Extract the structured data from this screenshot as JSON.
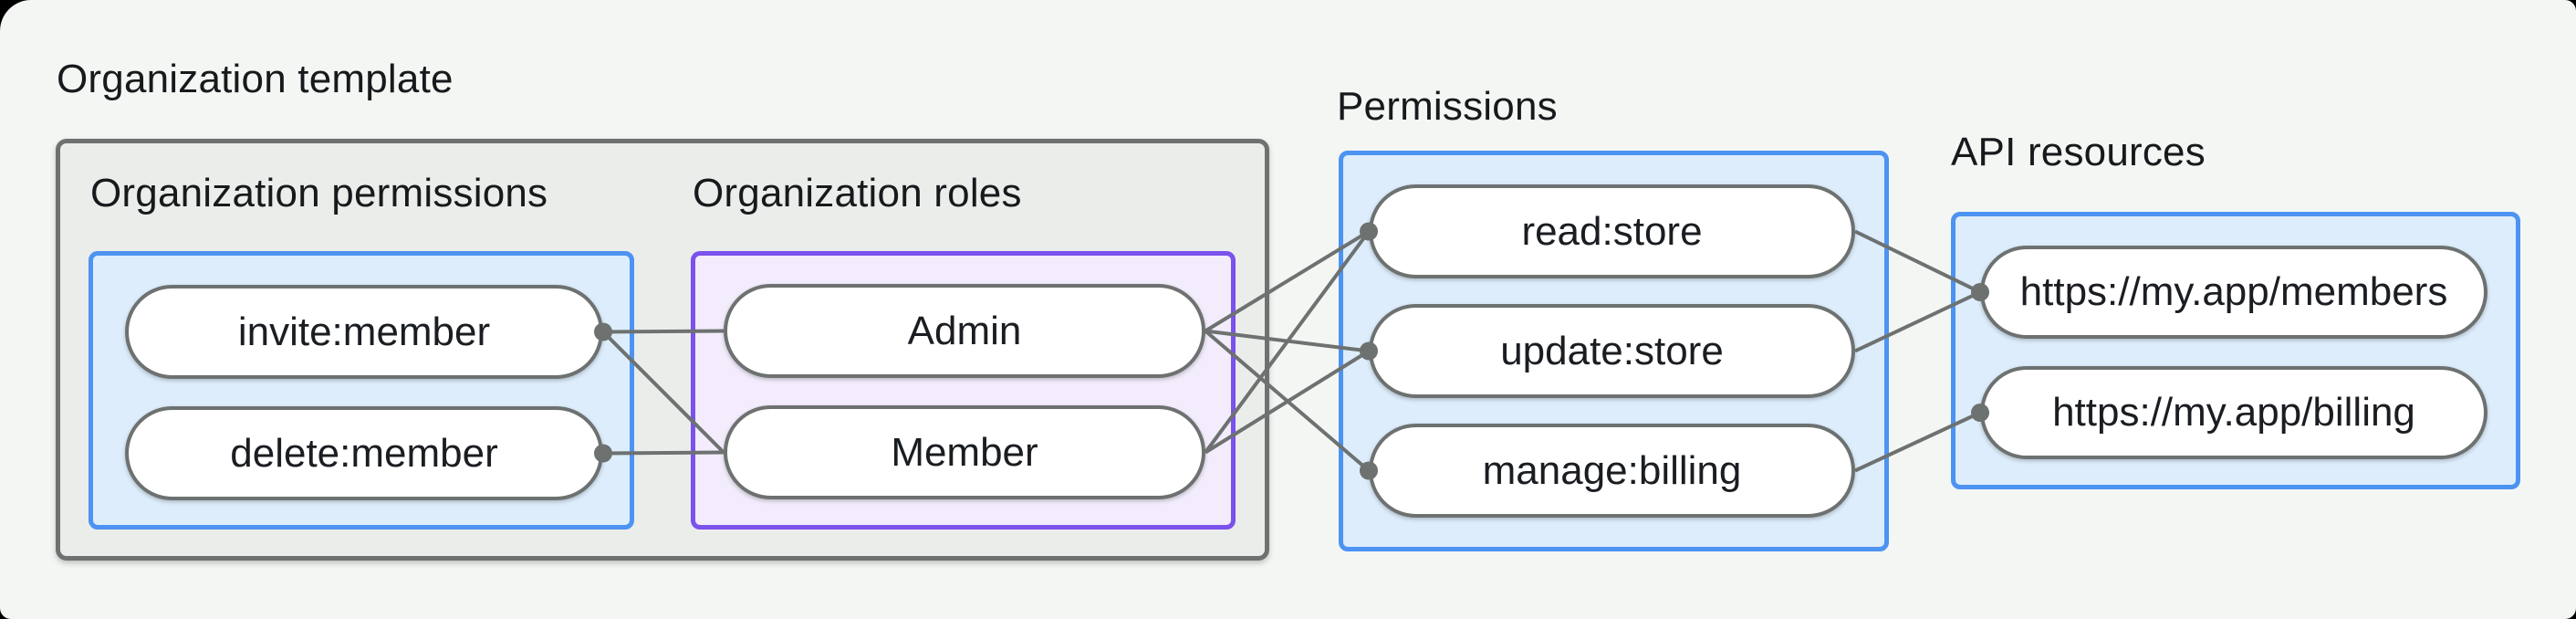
{
  "canvas": {
    "background": "#f4f6f4",
    "outside_background": "#000000"
  },
  "groups": {
    "organization_template": {
      "label": "Organization template"
    },
    "organization_permissions": {
      "heading": "Organization permissions",
      "nodes": [
        "invite:member",
        "delete:member"
      ]
    },
    "organization_roles": {
      "heading": "Organization roles",
      "nodes": [
        "Admin",
        "Member"
      ]
    },
    "permissions": {
      "heading": "Permissions",
      "nodes": [
        "read:store",
        "update:store",
        "manage:billing"
      ]
    },
    "api_resources": {
      "heading": "API resources",
      "nodes": [
        "https://my.app/members",
        "https://my.app/billing"
      ]
    }
  },
  "edges": [
    {
      "from": "invite:member",
      "to": "Admin"
    },
    {
      "from": "invite:member",
      "to": "Member"
    },
    {
      "from": "delete:member",
      "to": "Member"
    },
    {
      "from": "Admin",
      "to": "read:store"
    },
    {
      "from": "Admin",
      "to": "update:store"
    },
    {
      "from": "Admin",
      "to": "manage:billing"
    },
    {
      "from": "Member",
      "to": "read:store"
    },
    {
      "from": "Member",
      "to": "update:store"
    },
    {
      "from": "read:store",
      "to": "https://my.app/members"
    },
    {
      "from": "update:store",
      "to": "https://my.app/members"
    },
    {
      "from": "manage:billing",
      "to": "https://my.app/billing"
    }
  ],
  "colors": {
    "blue_border": "#4d93f1",
    "blue_fill": "#ddedfc",
    "purple_border": "#7a52ec",
    "purple_fill": "#f3ecfc",
    "gray_box_fill": "#ebedeb",
    "gray_box_border": "#6d7170",
    "node_fill": "#ffffff",
    "node_border": "#6d7170",
    "edge_line": "#6d7170",
    "connector_dot": "#6d7170",
    "text": "#17191c"
  }
}
